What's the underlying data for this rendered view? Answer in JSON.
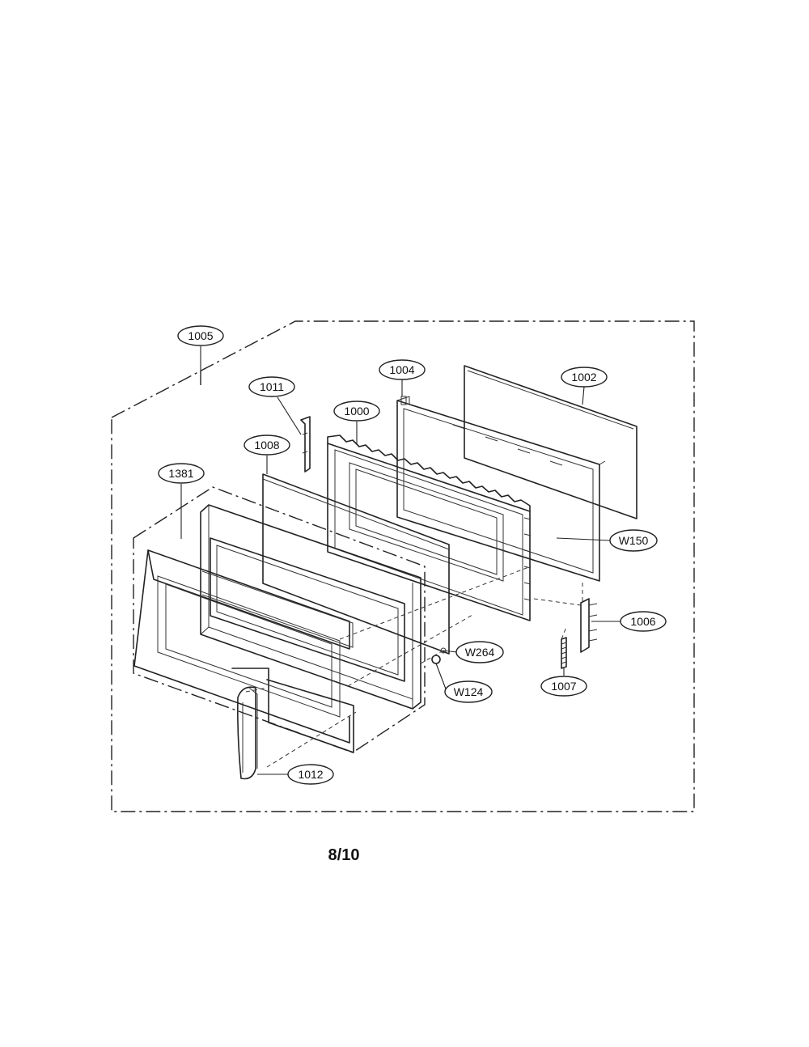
{
  "diagram": {
    "callouts": [
      {
        "id": "c1005",
        "label": "1005"
      },
      {
        "id": "c1011",
        "label": "1011"
      },
      {
        "id": "c1004",
        "label": "1004"
      },
      {
        "id": "c1002",
        "label": "1002"
      },
      {
        "id": "c1000",
        "label": "1000"
      },
      {
        "id": "c1008",
        "label": "1008"
      },
      {
        "id": "c1381",
        "label": "1381"
      },
      {
        "id": "cW150",
        "label": "W150"
      },
      {
        "id": "c1006",
        "label": "1006"
      },
      {
        "id": "cW264",
        "label": "W264"
      },
      {
        "id": "cW124",
        "label": "W124"
      },
      {
        "id": "c1007",
        "label": "1007"
      },
      {
        "id": "c1012",
        "label": "1012"
      }
    ]
  },
  "page": {
    "number": "8/10"
  }
}
